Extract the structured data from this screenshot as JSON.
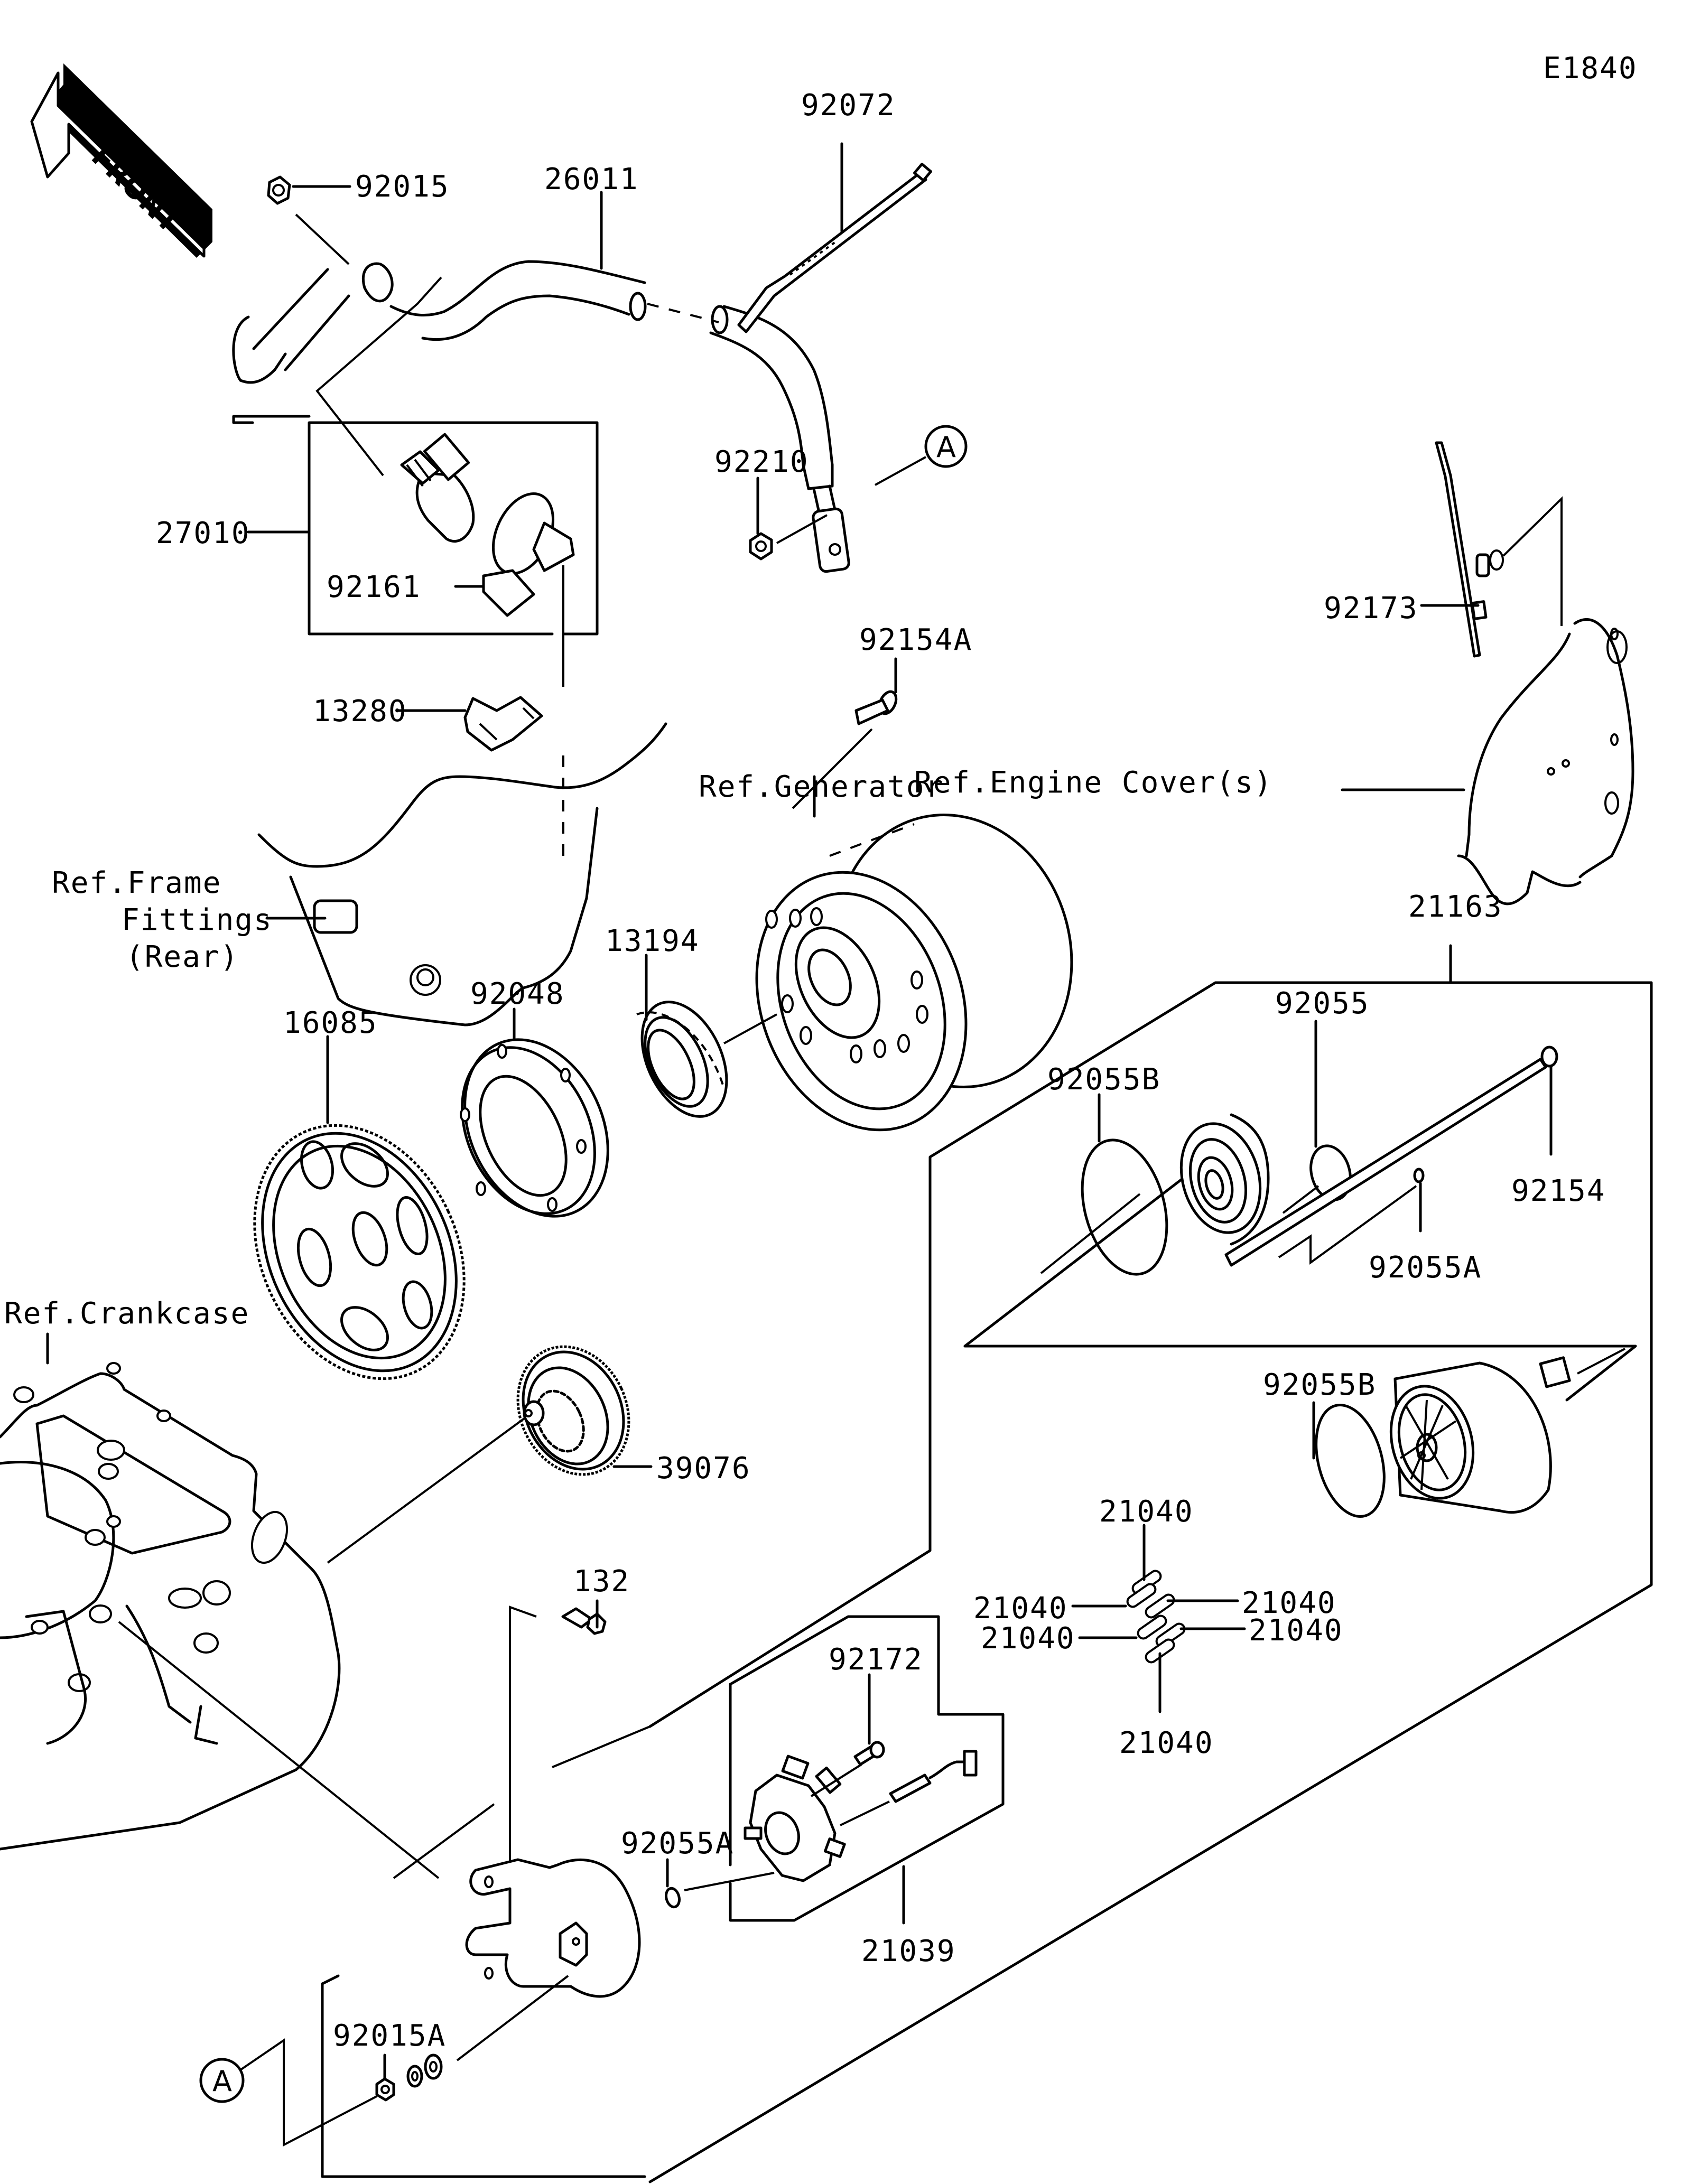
{
  "diagram": {
    "diagram_id": "E1840",
    "front_indicator": "FRONT",
    "connector_marker": "A",
    "callouts": {
      "p92015": "92015",
      "p26011": "26011",
      "p92072": "92072",
      "p92210": "92210",
      "p27010": "27010",
      "p92161": "92161",
      "p13280": "13280",
      "p92173": "92173",
      "p92154A": "92154A",
      "p21163": "21163",
      "p13194": "13194",
      "p92048": "92048",
      "p16085": "16085",
      "p39076": "39076",
      "p92055": "92055",
      "p92055B_top": "92055B",
      "p92154": "92154",
      "p92055A_top": "92055A",
      "p92055B_bottom": "92055B",
      "p21040_top": "21040",
      "p21040_left1": "21040",
      "p21040_right1": "21040",
      "p21040_left2": "21040",
      "p21040_right2": "21040",
      "p21040_bottom": "21040",
      "p132": "132",
      "p92172": "92172",
      "p92055A_bottom": "92055A",
      "p21039": "21039",
      "p92015A": "92015A"
    },
    "references": {
      "generator": "Ref.Generator",
      "engine_covers": "Ref.Engine Cover(s)",
      "frame_line1": "Ref.Frame",
      "frame_line2": "Fittings",
      "frame_line3": "(Rear)",
      "crankcase": "Ref.Crankcase"
    }
  }
}
